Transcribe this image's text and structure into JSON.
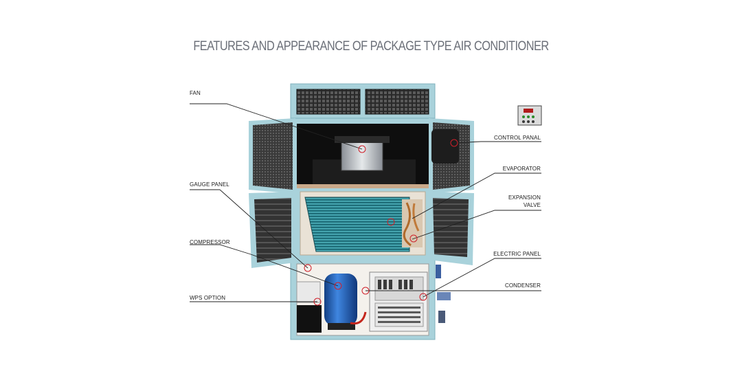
{
  "title": "FEATURES AND APPEARANCE OF PACKAGE TYPE AIR CONDITIONER",
  "labels": {
    "fan": "FAN",
    "gauge_panel": "GAUGE PANEL",
    "compressor": "COMPRESSOR",
    "wps_option": "WPS OPTION",
    "control_panal": "CONTROL PANAL",
    "evaporator": "EVAPORATOR",
    "expansion_valve_1": "EXPANSION",
    "expansion_valve_2": "VALVE",
    "electric_panel": "ELECTRIC PANEL",
    "condenser": "CONDENSER"
  },
  "colors": {
    "frame": "#a9d2db",
    "dark": "#111111",
    "coil": "#2f8f9a",
    "compressor": "#1f5fb8",
    "marker": "#d0202a",
    "leader": "#222222",
    "title": "#6b6f78"
  }
}
